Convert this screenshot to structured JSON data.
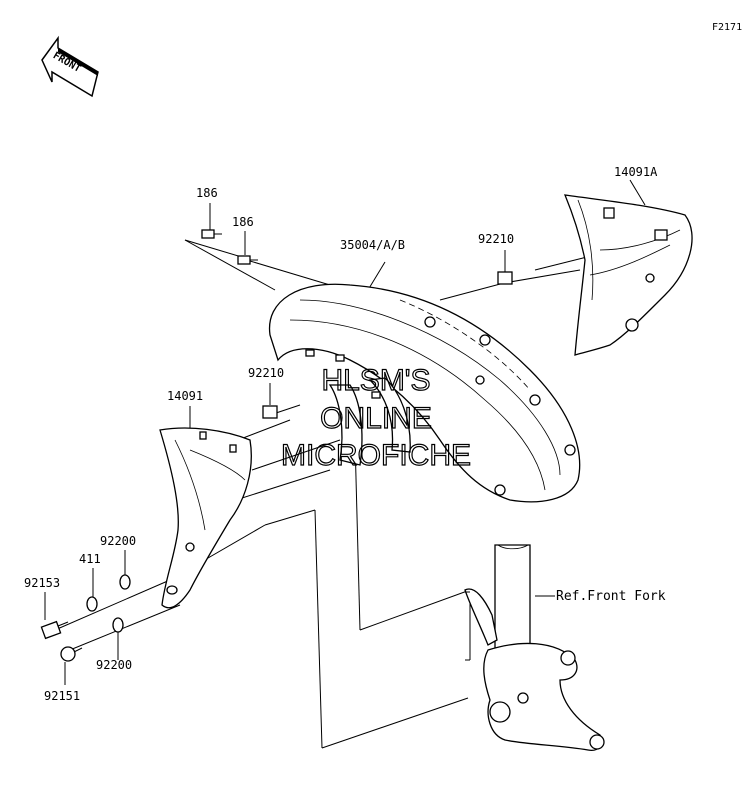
{
  "diagram_code": "F2171",
  "front_label": "FRONT",
  "watermark": [
    "HLSM'S",
    "ONLINE",
    "MICROFICHE"
  ],
  "labels": {
    "bolt_a": "186",
    "bolt_b": "186",
    "fender": "35004/A/B",
    "nut_upper": "92210",
    "cover_right": "14091A",
    "nut_left": "92210",
    "cover_left": "14091",
    "washer_upper": "92200",
    "collar": "411",
    "bolt_socket": "92153",
    "washer_lower": "92200",
    "bolt_flange": "92151",
    "fork_ref": "Ref.Front Fork"
  }
}
